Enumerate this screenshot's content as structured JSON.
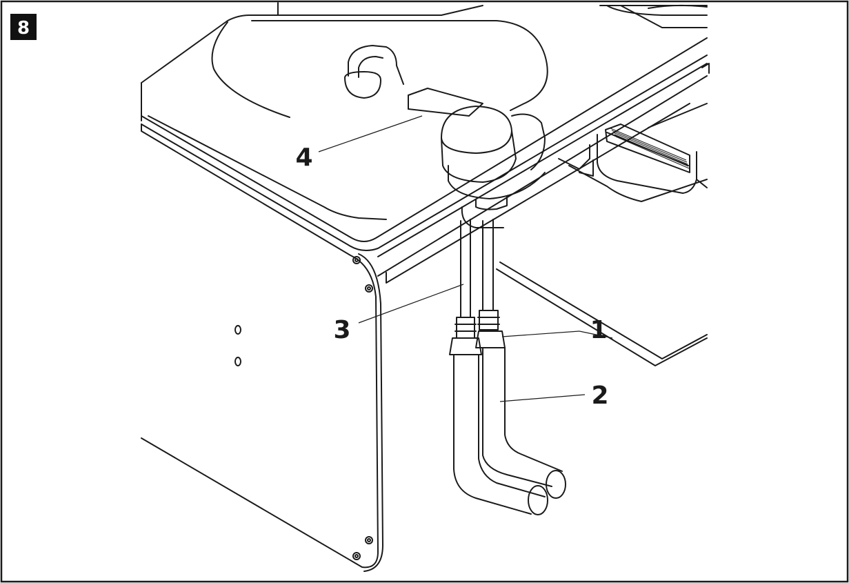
{
  "figure": {
    "number": "8"
  },
  "callouts": [
    {
      "id": "1",
      "label": "1"
    },
    {
      "id": "2",
      "label": "2"
    },
    {
      "id": "3",
      "label": "3"
    },
    {
      "id": "4",
      "label": "4"
    }
  ],
  "colors": {
    "line": "#1a1a1a",
    "badge_bg": "#111111",
    "badge_text": "#ffffff",
    "background": "#ffffff"
  }
}
